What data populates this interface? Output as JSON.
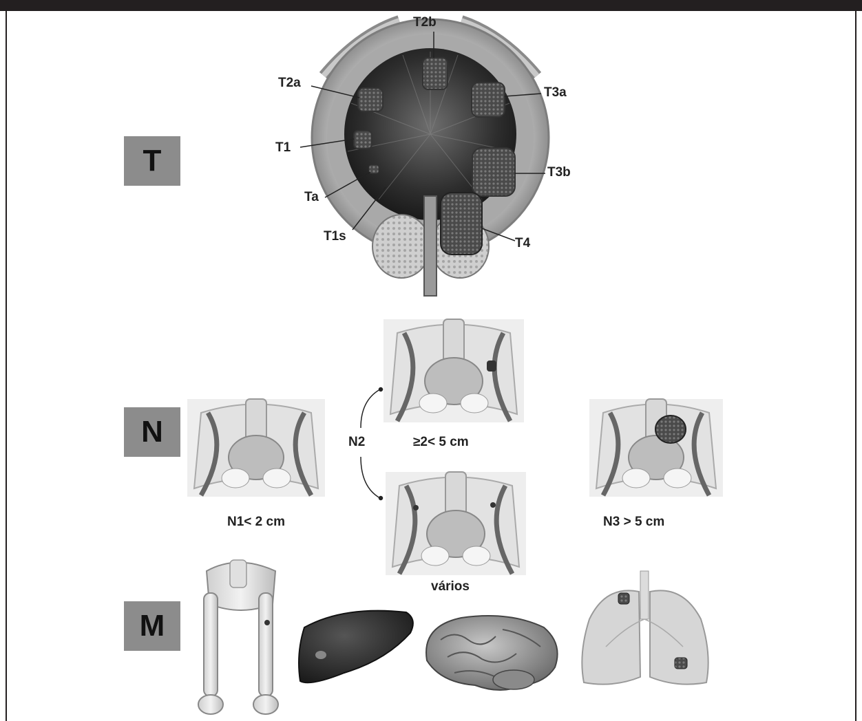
{
  "stages": {
    "t": "T",
    "n": "N",
    "m": "M"
  },
  "t_labels": {
    "t2b": "T2b",
    "t2a": "T2a",
    "t3a": "T3a",
    "t1": "T1",
    "t3b": "T3b",
    "ta": "Ta",
    "t1s": "T1s",
    "t4": "T4"
  },
  "n_labels": {
    "n1": "N1< 2 cm",
    "n2": "N2",
    "n2_size": "≥2< 5 cm",
    "n2_multi": "vários",
    "n3": "N3 > 5 cm"
  },
  "colors": {
    "frame": "#231f20",
    "stage_box": "#8c8c8c"
  }
}
